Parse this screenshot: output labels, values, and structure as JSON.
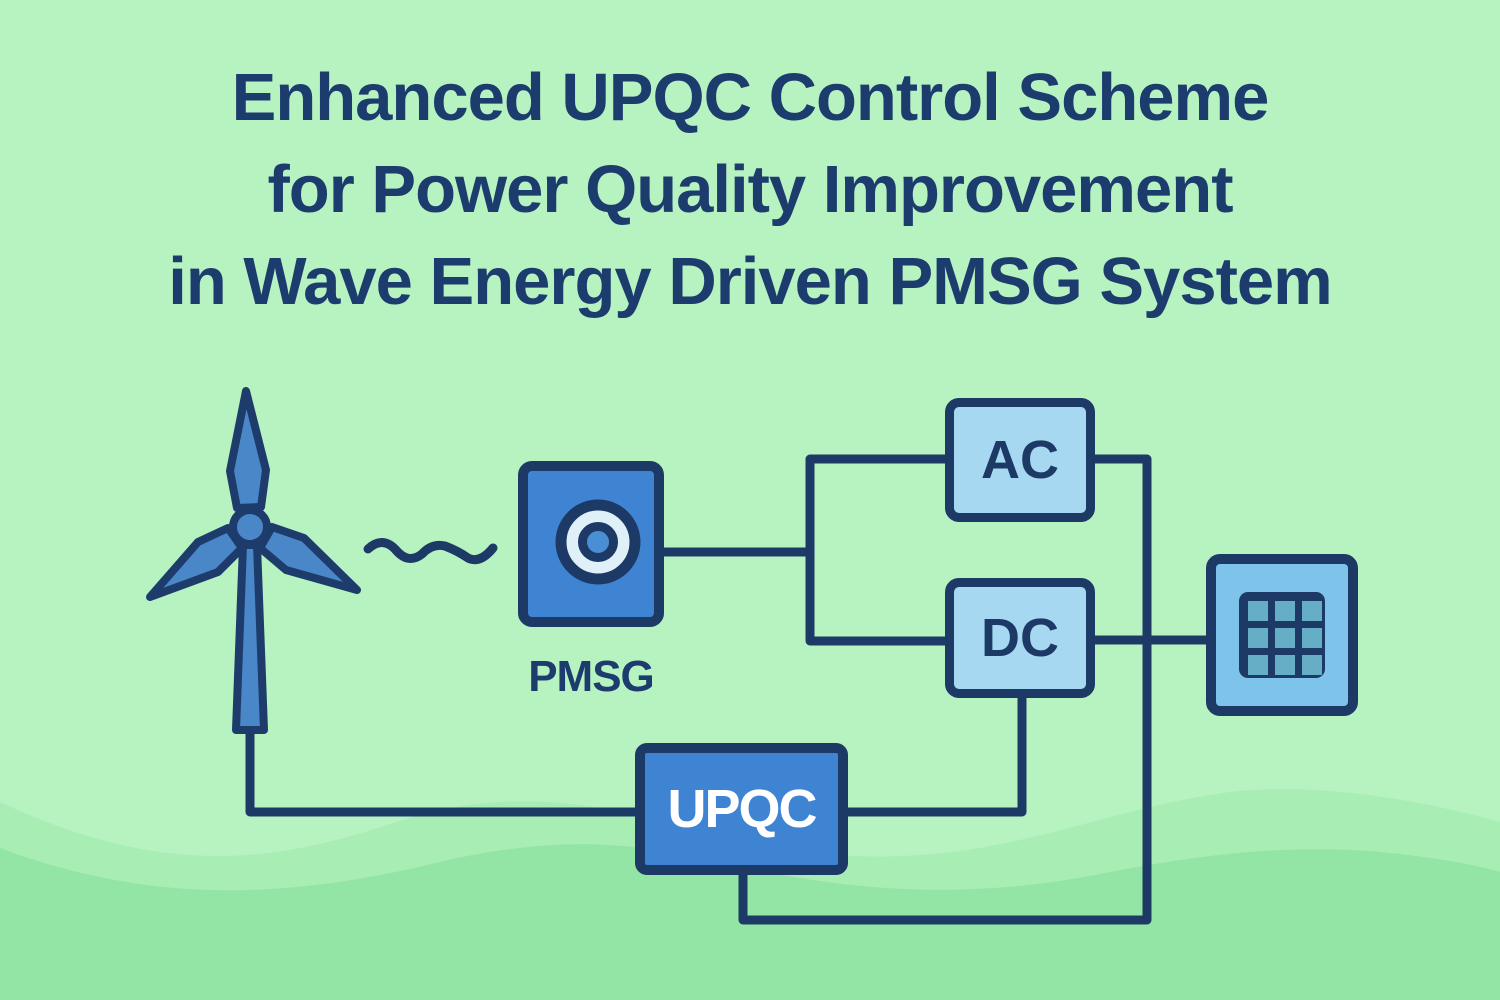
{
  "title": {
    "line1": "Enhanced UPQC Control Scheme",
    "line2": "for Power Quality Improvement",
    "line3": "in Wave Energy Driven PMSG System"
  },
  "diagram": {
    "nodes": {
      "pmsg": {
        "label": "PMSG",
        "icon": "generator-rotor-icon"
      },
      "ac": {
        "label": "AC"
      },
      "dc": {
        "label": "DC"
      },
      "upqc": {
        "label": "UPQC"
      },
      "grid": {
        "icon": "power-grid-icon"
      }
    },
    "icons": {
      "turbine": "wind-turbine-icon",
      "signal": "wave-signal-icon"
    },
    "connections": [
      "pmsg-to-branch",
      "branch-to-ac",
      "branch-to-dc",
      "ac-to-upqc-return-loop",
      "dc-to-grid",
      "dc-to-upqc",
      "turbine-to-upqc"
    ]
  },
  "colors": {
    "background": "#b7f2c1",
    "wave_light": "#a8edb4",
    "wave_dark": "#93e5a6",
    "outline_navy": "#1d3a66",
    "title_text": "#1c3c6e",
    "node_blue": "#3e84d3",
    "node_light_blue": "#a6d9f1",
    "grid_box_blue": "#7ec3ea",
    "grid_cell_teal": "#65aec6",
    "rotor_pale_blue": "#dff0f8",
    "turbine_blue": "#4a87c9",
    "upqc_text": "#ffffff"
  }
}
